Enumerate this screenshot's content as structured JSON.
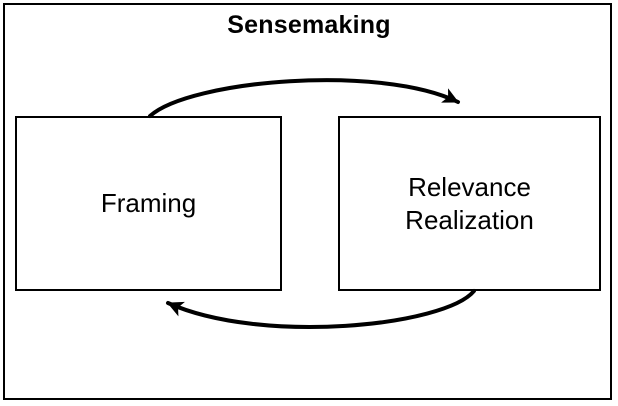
{
  "diagram": {
    "title": "Sensemaking",
    "nodes": {
      "framing": {
        "label": "Framing"
      },
      "relevance_realization": {
        "label": "Relevance Realization"
      }
    },
    "arrows": [
      {
        "name": "framing-to-relevance-realization",
        "position": "top",
        "direction": "left-to-right"
      },
      {
        "name": "relevance-realization-to-framing",
        "position": "bottom",
        "direction": "right-to-left"
      }
    ],
    "colors": {
      "stroke": "#000000",
      "text": "#000000",
      "background": "#ffffff"
    }
  }
}
